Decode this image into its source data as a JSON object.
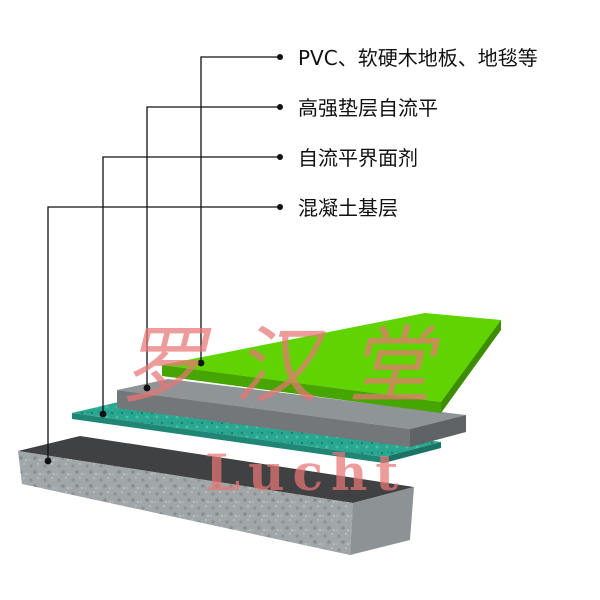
{
  "layers": [
    {
      "label": "PVC、软硬木地板、地毯等",
      "color": "#5fd400"
    },
    {
      "label": "高强垫层自流平",
      "color": "#8a8f93"
    },
    {
      "label": "自流平界面剂",
      "color": "#2aa791"
    },
    {
      "label": "混凝土基层",
      "color": "#9ea3a6"
    }
  ],
  "watermark": {
    "chinese": "罗汉堂",
    "latin": "Lucht",
    "color": "#e87575"
  }
}
